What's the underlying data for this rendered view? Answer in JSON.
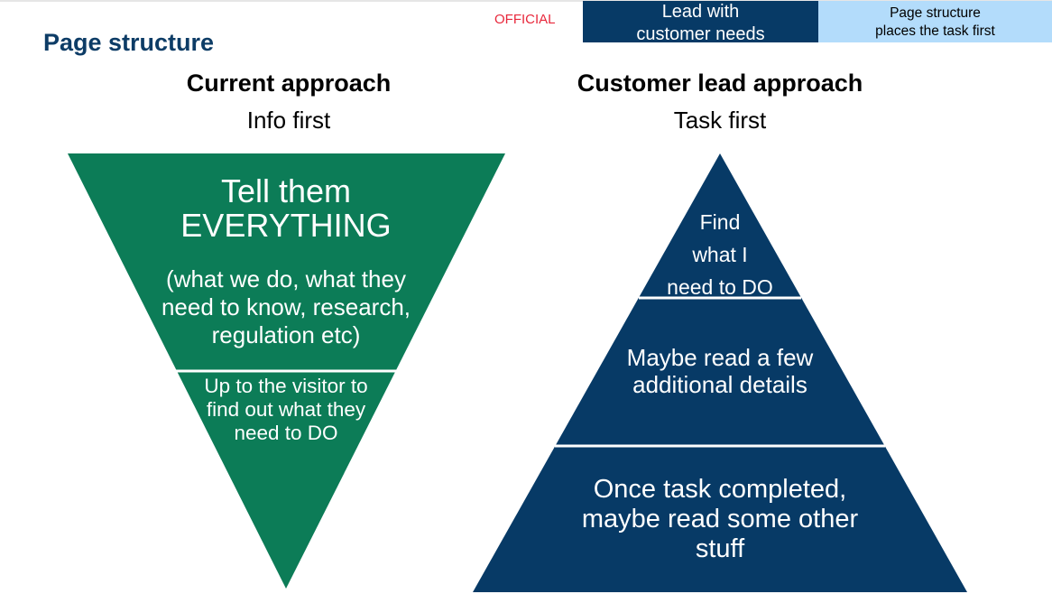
{
  "header": {
    "classification": "OFFICIAL",
    "box_dark": "Lead with customer needs",
    "box_light_line1": "Page structure",
    "box_light_line2": "places the task first"
  },
  "title": "Page structure",
  "left": {
    "heading": "Current approach",
    "subheading": "Info first",
    "top_title_line1": "Tell them",
    "top_title_line2": "EVERYTHING",
    "top_detail_line1": "(what we do, what they",
    "top_detail_line2": "need to know, research,",
    "top_detail_line3": "regulation etc)",
    "bottom_line1": "Up to the visitor to",
    "bottom_line2": "find out what they",
    "bottom_line3": "need to DO"
  },
  "right": {
    "heading": "Customer lead approach",
    "subheading": "Task first",
    "top_line1": "Find",
    "top_line2": "what I",
    "top_line3": "need to DO",
    "middle_line1": "Maybe read a few",
    "middle_line2": "additional details",
    "bottom_line1": "Once task completed,",
    "bottom_line2": "maybe read some other",
    "bottom_line3": "stuff"
  },
  "colors": {
    "green": "#0c7c57",
    "navy": "#073a66",
    "light_blue": "#b3dcfb",
    "official_red": "#e8283c"
  }
}
